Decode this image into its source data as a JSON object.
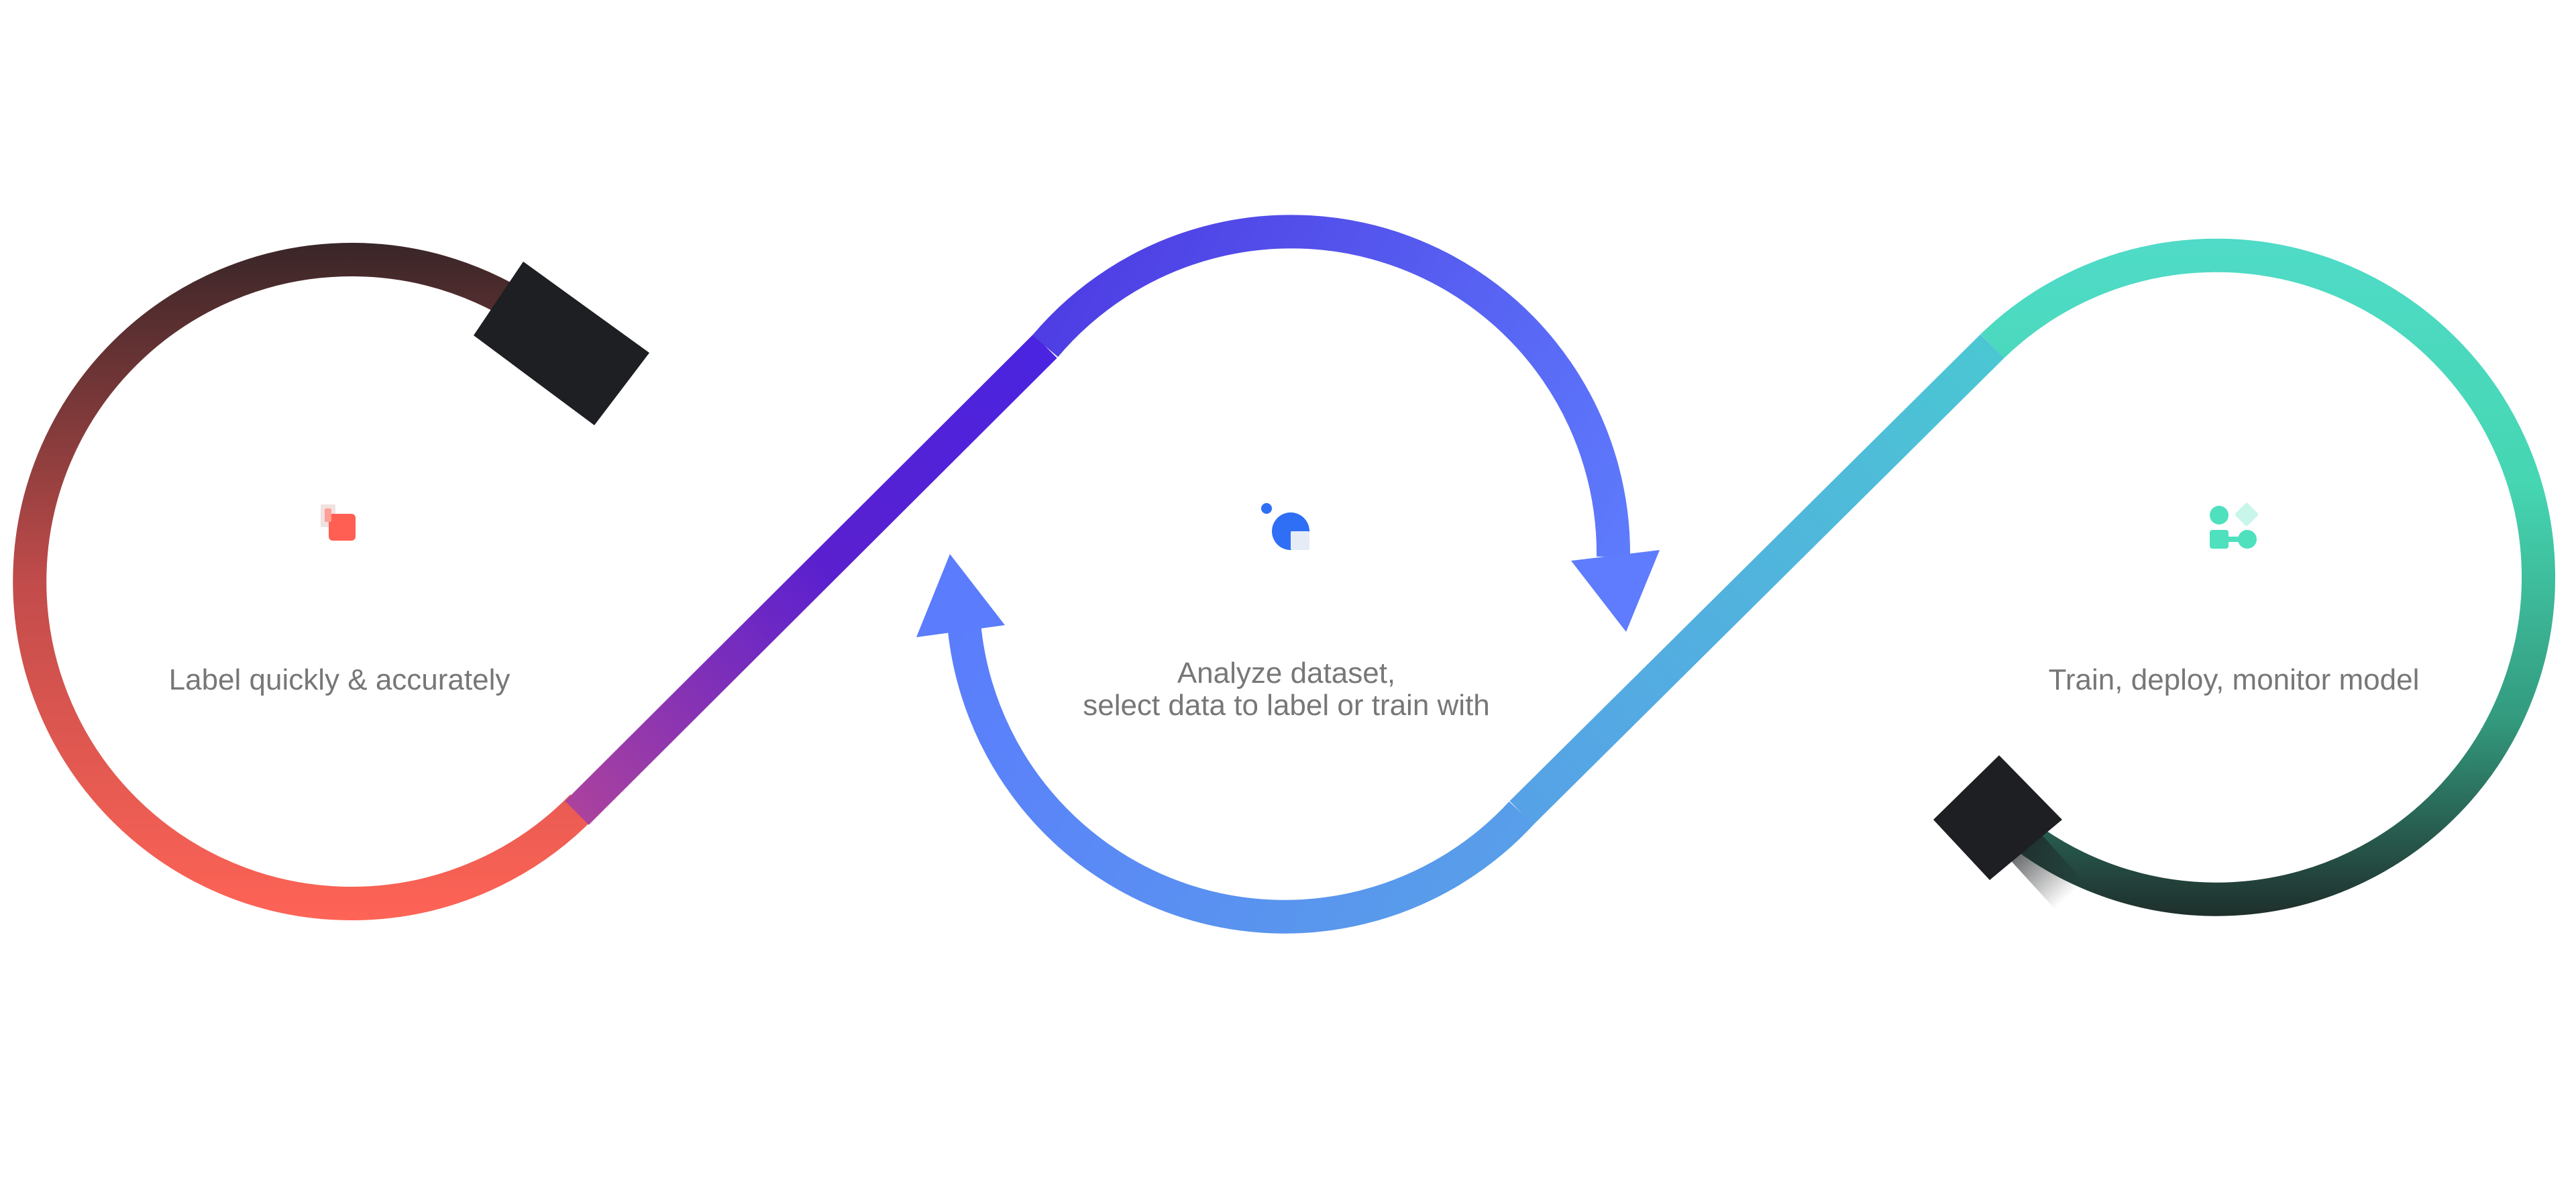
{
  "steps": [
    {
      "id": "label",
      "icon": "label-tag-icon",
      "lines": [
        "Label quickly & accurately"
      ]
    },
    {
      "id": "analyze",
      "icon": "dataset-analysis-icon",
      "lines": [
        "Analyze dataset,",
        "select data to label or train with"
      ]
    },
    {
      "id": "train",
      "icon": "model-pipeline-icon",
      "lines": [
        "Train, deploy, monitor model"
      ]
    }
  ],
  "colors": {
    "label_loop_top": "#2a2d30",
    "label_loop_mid": "#c0504f",
    "label_loop_bottom": "#ff6456",
    "connector_1_start": "#e65a8c",
    "connector_1_end": "#4b1ed8",
    "analyze_loop_top": "#4d46e4",
    "analyze_arrow": "#5b7cfd",
    "connector_2_start": "#57a0e8",
    "connector_2_end": "#4bc3d6",
    "train_loop_top": "#4ee0c1",
    "train_loop_mid": "#3aa688",
    "train_loop_bottom": "#1d2d2a",
    "arrow_head_dark": "#1d1f22",
    "label_text": "#777777",
    "icon_label": "#ff5f52",
    "icon_analyze": "#2f6ff5",
    "icon_train": "#4fe0be"
  }
}
